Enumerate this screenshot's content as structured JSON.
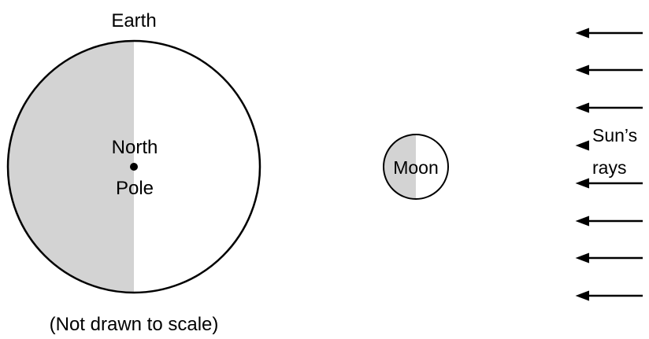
{
  "diagram": {
    "earth_label": "Earth",
    "pole_label_line1": "North",
    "pole_label_line2": "Pole",
    "moon_label": "Moon",
    "sun_label_line1": "Sun’s",
    "sun_label_line2": "rays",
    "footnote": "(Not drawn to scale)"
  },
  "colors": {
    "shadow": "#d3d3d3",
    "outline": "#000000",
    "background": "#ffffff"
  }
}
